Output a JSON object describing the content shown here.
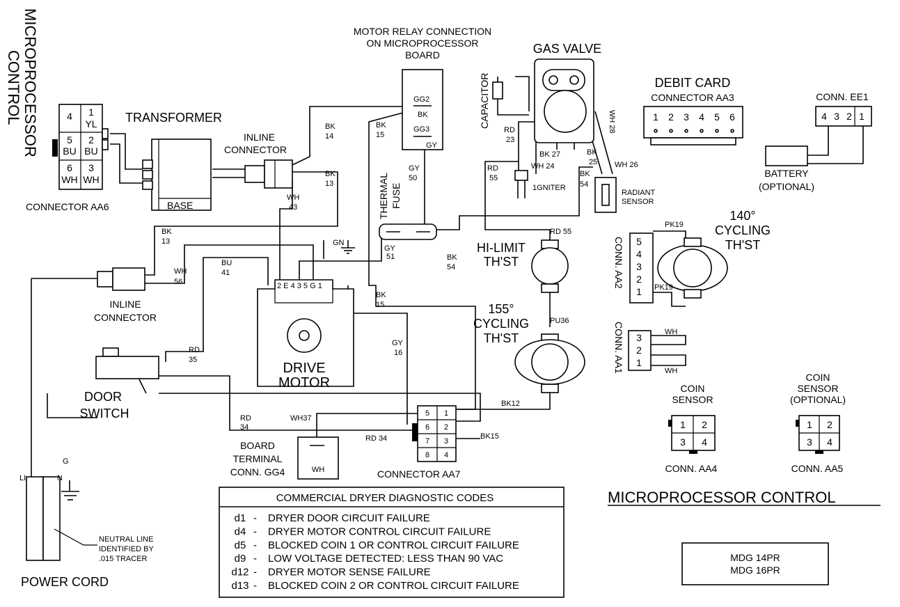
{
  "titles": {
    "left_vertical": [
      "MICROPROCESSOR",
      "CONTROL"
    ],
    "bottom_right": "MICROPROCESSOR CONTROL",
    "model_lines": [
      "MDG 14PR",
      "MDG 16PR"
    ]
  },
  "components": {
    "transformer": "TRANSFORMER",
    "base": "BASE",
    "inline_connector_top": [
      "INLINE",
      "CONNECTOR"
    ],
    "inline_connector_left": [
      "INLINE",
      "CONNECTOR"
    ],
    "motor_relay": [
      "MOTOR RELAY CONNECTION",
      "ON MICROPROCESSOR",
      "BOARD"
    ],
    "gas_valve": "GAS VALVE",
    "capacitor": "CAPACITOR",
    "igniter": "1GNITER",
    "radiant_sensor": [
      "RADIANT",
      "SENSOR"
    ],
    "thermal_fuse": [
      "THERMAL",
      "FUSE"
    ],
    "hi_limit": [
      "HI-LIMIT",
      "TH'ST"
    ],
    "cycling_155": [
      "155°",
      "CYCLING",
      "TH'ST"
    ],
    "cycling_140": [
      "140°",
      "CYCLING",
      "TH'ST"
    ],
    "drive_motor": [
      "DRIVE",
      "MOTOR"
    ],
    "door_switch": [
      "DOOR",
      "SWITCH"
    ],
    "board_terminal": [
      "BOARD",
      "TERMINAL",
      "CONN. GG4"
    ],
    "wh_box": "WH",
    "power_cord": "POWER CORD",
    "neutral_note": [
      "NEUTRAL LINE",
      "IDENTIFIED BY",
      ".015 TRACER"
    ],
    "debit_card": [
      "DEBIT CARD",
      "CONNECTOR AA3"
    ],
    "conn_ee1": "CONN. EE1",
    "battery": [
      "BATTERY",
      "(OPTIONAL)"
    ],
    "coin_sensor": [
      "COIN",
      "SENSOR"
    ],
    "coin_sensor_opt": [
      "COIN",
      "SENSOR",
      "(OPTIONAL)"
    ],
    "conn_aa4": "CONN. AA4",
    "conn_aa5": "CONN. AA5",
    "conn_aa2": "CONN. AA2",
    "conn_aa1": "CONN. AA1",
    "connector_aa6": "CONNECTOR AA6",
    "connector_aa7": "CONNECTOR AA7",
    "gn": "GN",
    "cord_li": "LI",
    "cord_n": "N",
    "cord_g": "G"
  },
  "aa6_pins": [
    {
      "num": "4",
      "color": ""
    },
    {
      "num": "1",
      "color": "YL"
    },
    {
      "num": "5",
      "color": "BU"
    },
    {
      "num": "2",
      "color": "BU"
    },
    {
      "num": "6",
      "color": "WH"
    },
    {
      "num": "3",
      "color": "WH"
    }
  ],
  "aa7_pins": [
    "5",
    "1",
    "6",
    "2",
    "7",
    "3",
    "8",
    "4"
  ],
  "aa3_pins": [
    "1",
    "2",
    "3",
    "4",
    "5",
    "6"
  ],
  "ee1_pins": [
    "4",
    "3",
    "2",
    "1"
  ],
  "aa2_pins": [
    "5",
    "4",
    "3",
    "2",
    "1"
  ],
  "aa1_pins": [
    "3",
    "2",
    "1"
  ],
  "aa4_pins": [
    "1",
    "2",
    "3",
    "4"
  ],
  "aa5_pins": [
    "1",
    "2",
    "3",
    "4"
  ],
  "motor_pins": "2 E 4 3  5 G 1",
  "relay_labels": [
    "GG2",
    "BK",
    "GG3",
    "GY"
  ],
  "wire_labels": {
    "bk14": [
      "BK",
      "14"
    ],
    "bk15a": [
      "BK",
      "15"
    ],
    "bk13a": [
      "BK",
      "13"
    ],
    "wh43": [
      "WH",
      "43"
    ],
    "bk13b": [
      "BK",
      "13"
    ],
    "wh56": [
      "WH",
      "56"
    ],
    "bu41": [
      "BU",
      "41"
    ],
    "gy50": [
      "GY",
      "50"
    ],
    "gy51": [
      "GY",
      "51"
    ],
    "bk54a": [
      "BK",
      "54"
    ],
    "bk15b": [
      "BK",
      "15"
    ],
    "gy16": [
      "GY",
      "16"
    ],
    "rd35": [
      "RD",
      "35"
    ],
    "rd34a": [
      "RD",
      "34"
    ],
    "wh37": "WH37",
    "rd34b": "RD 34",
    "bk12": "BK12",
    "bk15c": "BK15",
    "rd23": [
      "RD",
      "23"
    ],
    "bk27": "BK 27",
    "wh24": "WH 24",
    "wh28": "WH 28",
    "bk25": [
      "BK",
      "25"
    ],
    "wh26": "WH 26",
    "rd55a": [
      "RD",
      "55"
    ],
    "bk54b": [
      "BK",
      "54"
    ],
    "rd55b": "RD 55",
    "pu36": "PU36",
    "pk19a": "PK19",
    "pk19b": "PK19",
    "wh_a": "WH",
    "wh_b": "WH"
  },
  "diagnostics": {
    "header": "COMMERCIAL DRYER DIAGNOSTIC CODES",
    "rows": [
      {
        "code": "d1",
        "sep": "-",
        "text": "DRYER DOOR CIRCUIT FAILURE"
      },
      {
        "code": "d4",
        "sep": "-",
        "text": "DRYER MOTOR CONTROL CIRCUIT FAILURE"
      },
      {
        "code": "d5",
        "sep": "-",
        "text": "BLOCKED COIN 1 OR CONTROL CIRCUIT FAILURE"
      },
      {
        "code": "d9",
        "sep": "-",
        "text": "LOW VOLTAGE DETECTED: LESS THAN 90 VAC"
      },
      {
        "code": "d12",
        "sep": "-",
        "text": "DRYER MOTOR SENSE FAILURE"
      },
      {
        "code": "d13",
        "sep": "-",
        "text": "BLOCKED COIN 2 OR CONTROL CIRCUIT FAILURE"
      }
    ]
  }
}
